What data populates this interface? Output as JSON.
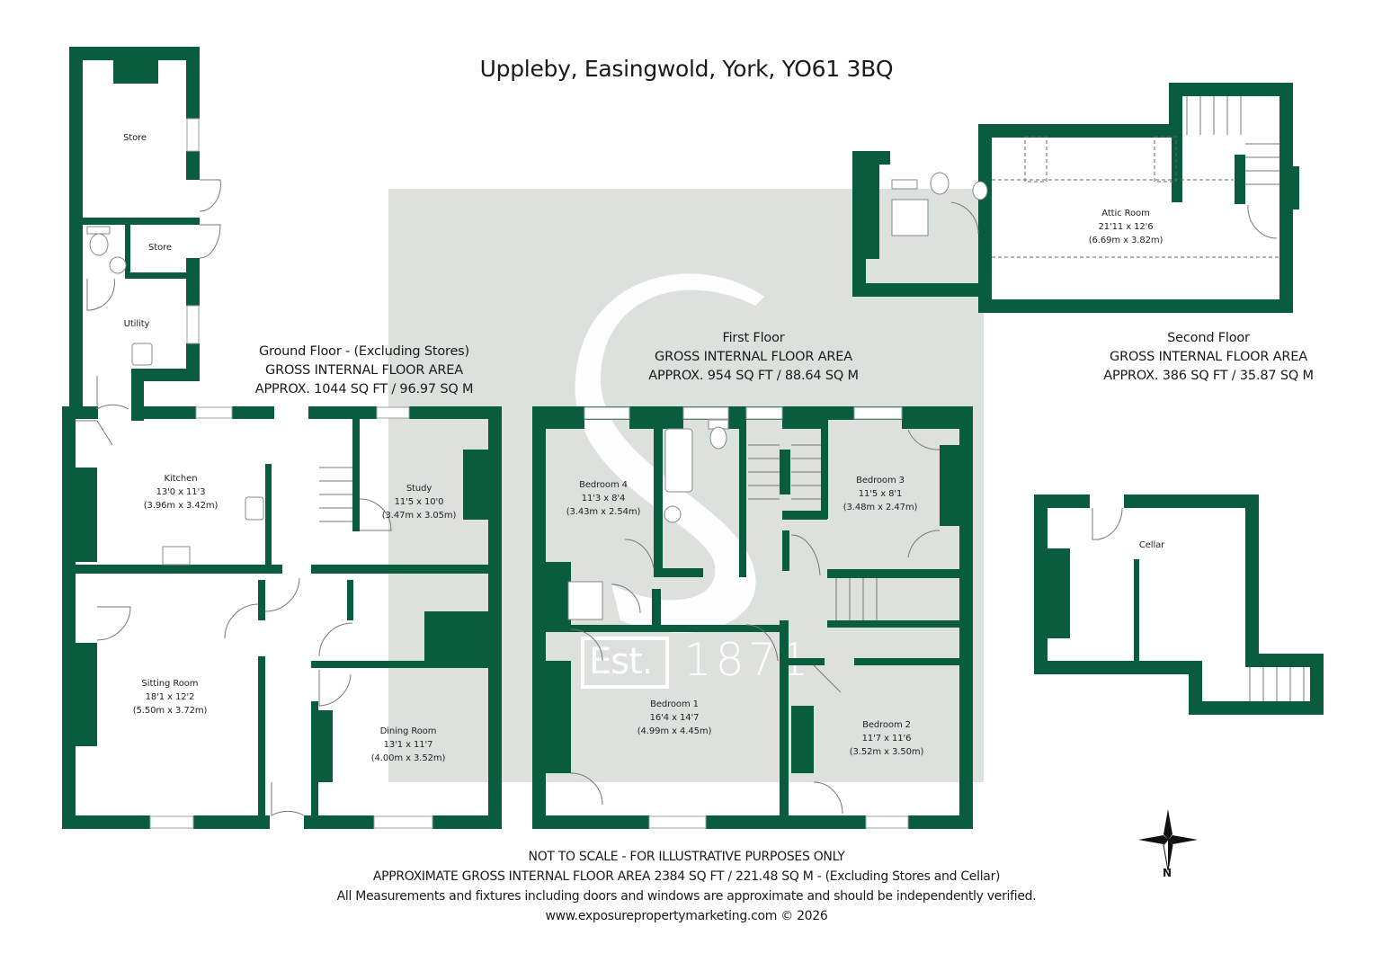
{
  "header": {
    "title": "Uppleby, Easingwold, York, YO61 3BQ"
  },
  "colors": {
    "wall": "#0a5c3e",
    "watermark": "#dce1de",
    "text": "#1a1a1a"
  },
  "watermark": {
    "letter": "S",
    "est_label": "Est.",
    "year": "1871"
  },
  "floors": {
    "ground": {
      "name": "Ground Floor - (Excluding Stores)",
      "area_title": "GROSS INTERNAL FLOOR AREA",
      "area": "APPROX. 1044 SQ FT / 96.97 SQ M"
    },
    "first": {
      "name": "First Floor",
      "area_title": "GROSS INTERNAL FLOOR AREA",
      "area": "APPROX. 954 SQ FT / 88.64 SQ M"
    },
    "second": {
      "name": "Second Floor",
      "area_title": "GROSS INTERNAL FLOOR AREA",
      "area": "APPROX. 386 SQ FT / 35.87 SQ M"
    }
  },
  "rooms": {
    "store1": {
      "name": "Store"
    },
    "store2": {
      "name": "Store"
    },
    "utility": {
      "name": "Utility"
    },
    "kitchen": {
      "name": "Kitchen",
      "imperial": "13'0 x 11'3",
      "metric": "(3.96m x 3.42m)"
    },
    "study": {
      "name": "Study",
      "imperial": "11'5 x 10'0",
      "metric": "(3.47m x 3.05m)"
    },
    "sitting": {
      "name": "Sitting Room",
      "imperial": "18'1 x 12'2",
      "metric": "(5.50m x 3.72m)"
    },
    "dining": {
      "name": "Dining Room",
      "imperial": "13'1 x 11'7",
      "metric": "(4.00m x 3.52m)"
    },
    "bed4": {
      "name": "Bedroom 4",
      "imperial": "11'3 x 8'4",
      "metric": "(3.43m x 2.54m)"
    },
    "bed3": {
      "name": "Bedroom 3",
      "imperial": "11'5 x 8'1",
      "metric": "(3.48m x 2.47m)"
    },
    "bed1": {
      "name": "Bedroom 1",
      "imperial": "16'4 x 14'7",
      "metric": "(4.99m x 4.45m)"
    },
    "bed2": {
      "name": "Bedroom 2",
      "imperial": "11'7 x 11'6",
      "metric": "(3.52m x 3.50m)"
    },
    "attic": {
      "name": "Attic Room",
      "imperial": "21'11 x 12'6",
      "metric": "(6.69m x 3.82m)"
    },
    "cellar": {
      "name": "Cellar"
    }
  },
  "footer": {
    "line1": "NOT TO SCALE - FOR ILLUSTRATIVE PURPOSES ONLY",
    "line2": "APPROXIMATE GROSS INTERNAL FLOOR AREA 2384 SQ FT / 221.48 SQ M  - (Excluding Stores and Cellar)",
    "line3": "All Measurements and fixtures including doors and windows are approximate and should be independently verified.",
    "line4": "www.exposurepropertymarketing.com © 2026"
  },
  "compass": {
    "icon": "compass-rose-icon",
    "label": "N"
  }
}
